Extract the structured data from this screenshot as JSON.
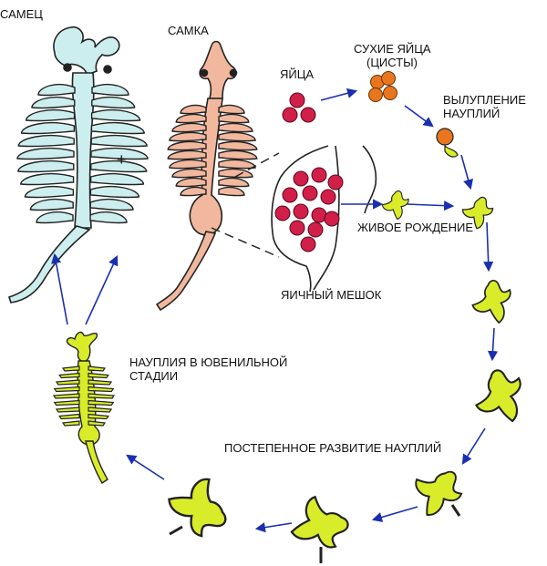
{
  "labels": {
    "male": "САМЕЦ",
    "female": "САМКА",
    "plus": "+",
    "eggs": "ЯЙЦА",
    "dry_eggs_line1": "СУХИЕ ЯЙЦА",
    "dry_eggs_line2": "(ЦИСТЫ)",
    "hatching_line1": "ВЫЛУПЛЕНИЕ",
    "hatching_line2": "НАУПЛИЙ",
    "live_birth": "ЖИВОЕ РОЖДЕНИЕ",
    "egg_sac": "ЯИЧНЫЙ МЕШОК",
    "juvenile_line1": "НАУПЛИЯ В ЮВЕНИЛЬНОЙ",
    "juvenile_line2": "СТАДИИ",
    "gradual_development": "ПОСТЕПЕННОЕ РАЗВИТИЕ НАУПЛИЙ"
  },
  "colors": {
    "male_body": "#cdeeee",
    "female_body": "#f2b89e",
    "red_egg": "#d21f4a",
    "dry_cyst": "#e8761e",
    "nauplius": "#d8ec2a",
    "arrow": "#1a2fb0",
    "outline": "#222222"
  }
}
